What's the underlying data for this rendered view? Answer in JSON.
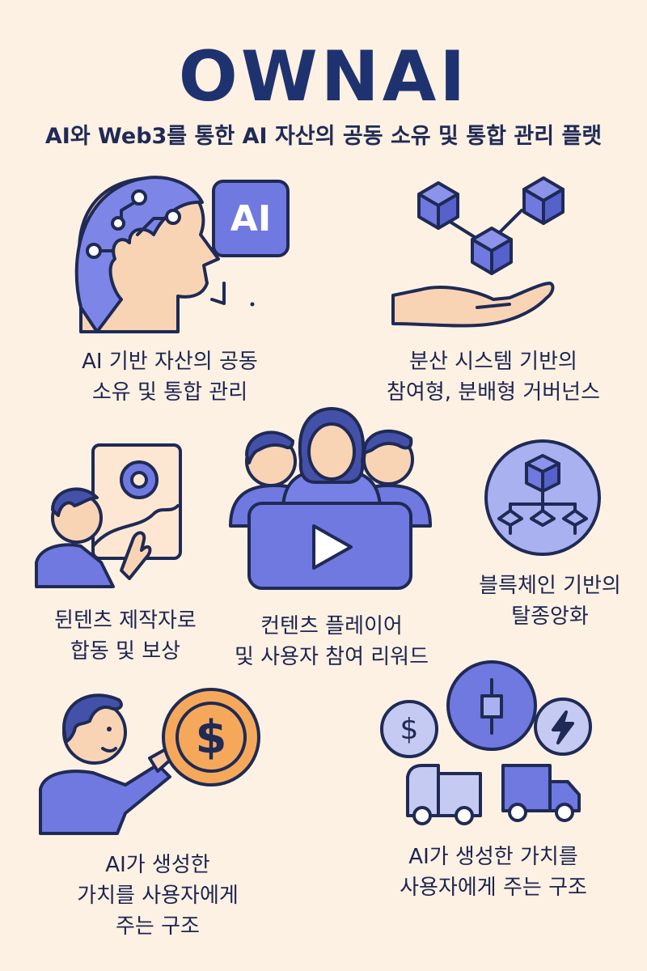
{
  "header": {
    "title": "OWNAI",
    "subtitle": "AI와 Web3를 통한 AI 자산의 공동 소유 및 통합 관리 플랫"
  },
  "icons": {
    "ai_badge_text": "AI",
    "coin_symbol": "$",
    "small_coin_symbol": "$"
  },
  "colors": {
    "background": "#fdf1e3",
    "accent": "#6f79e0",
    "accent_light": "#a9b1f0",
    "skin": "#f9d4b4",
    "coin": "#f6a85a",
    "outline": "#1f2a55"
  },
  "features": [
    {
      "caption": "AI 기반 자산의 공동\n소유 및 통합 관리"
    },
    {
      "caption": "분산 시스템 기반의\n참여형, 분배형 거버넌스"
    },
    {
      "caption": "뒨텐츠 제작자로\n합동 및 보상"
    },
    {
      "caption": "컨텐츠 플레이어\n및 사용자 참여 리워드"
    },
    {
      "caption": "블륵체인 기반의\n탈종앙화"
    },
    {
      "caption": "AI가 생성한\n가치를 사용자에게\n주는 구조"
    },
    {
      "caption": "AI가 생성한 가치를\n사용자에게 주는 구조"
    }
  ]
}
